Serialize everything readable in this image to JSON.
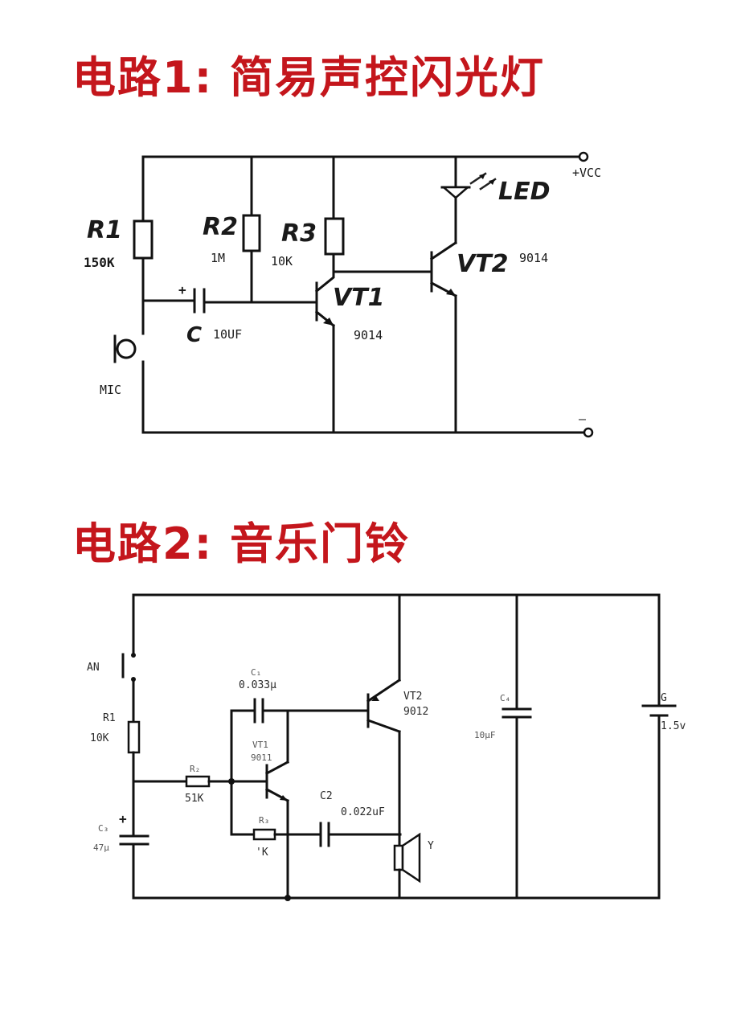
{
  "titles": {
    "circuit1": "电路1: 简易声控闪光灯",
    "circuit2": "电路2: 音乐门铃"
  },
  "circuit1": {
    "r1": {
      "name": "R1",
      "value": "150K"
    },
    "r2": {
      "name": "R2",
      "value": "1M"
    },
    "r3": {
      "name": "R3",
      "value": "10K"
    },
    "cap": {
      "name": "C",
      "value": "10UF",
      "polarity": "+"
    },
    "mic": "MIC",
    "vt1": {
      "name": "VT1",
      "model": "9014"
    },
    "vt2": {
      "name": "VT2",
      "model": "9014"
    },
    "led": "LED",
    "vcc": "+VCC",
    "gnd": "—"
  },
  "circuit2": {
    "switch": "AN",
    "r1": {
      "name": "R1",
      "value": "10K"
    },
    "r2": {
      "name": "R₂",
      "value": "51K"
    },
    "r3": {
      "name": "R₃",
      "value": "'K"
    },
    "c1": {
      "name": "C₁",
      "value": "0.033μ"
    },
    "c2": {
      "name": "C2",
      "value": "0.022uF"
    },
    "c3": {
      "name": "C₃",
      "value": "47μ",
      "polarity": "+"
    },
    "c4": {
      "name": "C₄",
      "value": "10μF"
    },
    "vt1": {
      "name": "VT1",
      "model": "9011"
    },
    "vt2": {
      "name": "VT2",
      "model": "9012"
    },
    "speaker": "Y",
    "battery": {
      "name": "G",
      "value": "1.5v"
    }
  },
  "colors": {
    "title": "#c4161c",
    "wire": "#111111"
  }
}
